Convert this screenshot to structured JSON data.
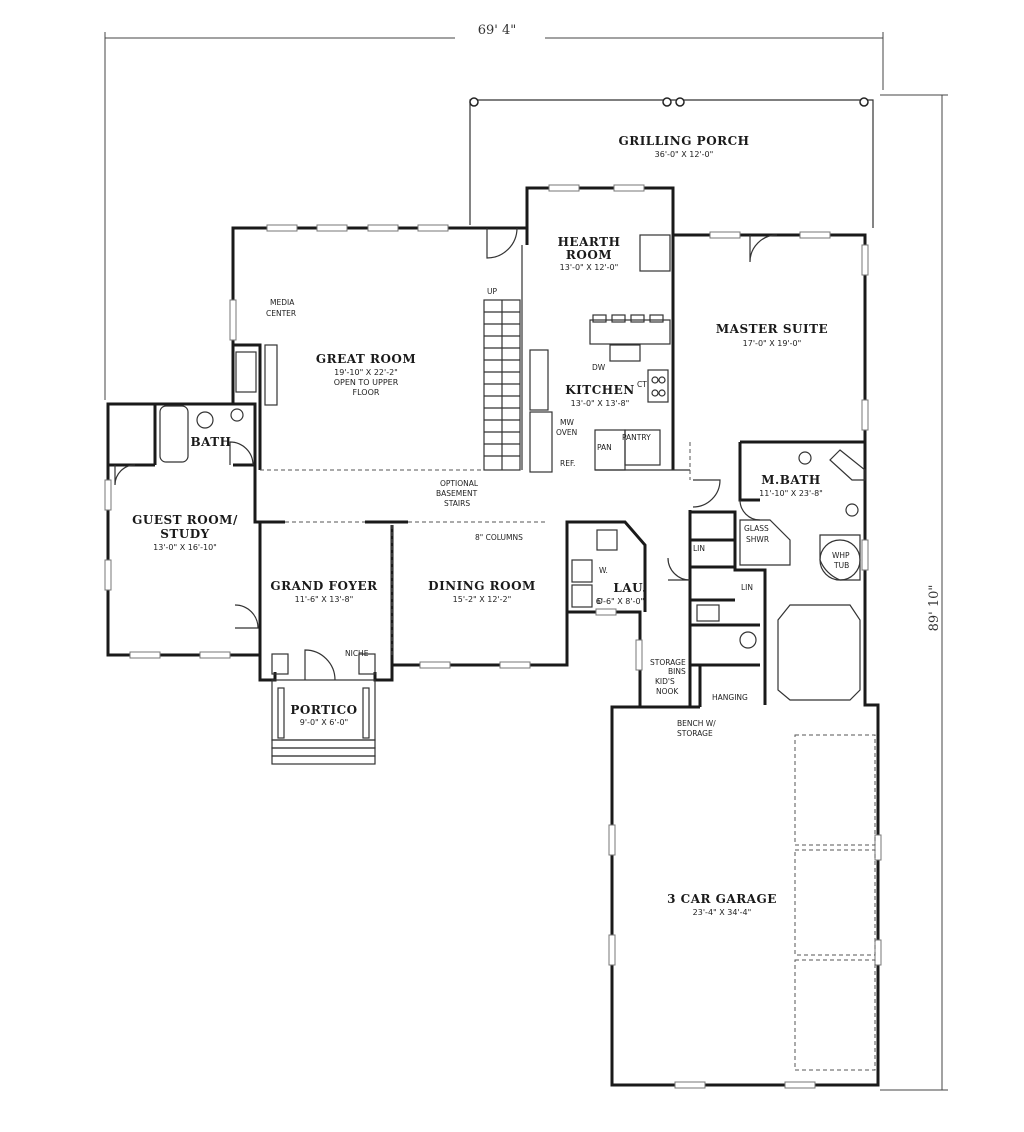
{
  "dimensions": {
    "width": "69' 4\"",
    "depth": "89' 10\""
  },
  "rooms": {
    "grilling_porch": {
      "name": "GRILLING PORCH",
      "dims": "36'-0\" X 12'-0\""
    },
    "hearth_room": {
      "name": "HEARTH",
      "name2": "ROOM",
      "dims": "13'-0\" X 12'-0\""
    },
    "master_suite": {
      "name": "MASTER SUITE",
      "dims": "17'-0\" X 19'-0\""
    },
    "great_room": {
      "name": "GREAT ROOM",
      "dims": "19'-10\" X 22'-2\"",
      "note1": "OPEN TO UPPER",
      "note2": "FLOOR"
    },
    "kitchen": {
      "name": "KITCHEN",
      "dims": "13'-0\" X 13'-8\""
    },
    "bath": {
      "name": "BATH"
    },
    "guest_room": {
      "name": "GUEST ROOM/",
      "name2": "STUDY",
      "dims": "13'-0\" X 16'-10\""
    },
    "m_bath": {
      "name": "M.BATH",
      "dims": "11'-10\" X 23'-8\""
    },
    "grand_foyer": {
      "name": "GRAND FOYER",
      "dims": "11'-6\" X 13'-8\""
    },
    "dining_room": {
      "name": "DINING ROOM",
      "dims": "15'-2\" X 12'-2\""
    },
    "laundry": {
      "name": "LAU.",
      "dims": "6'-6\" X 8'-0\""
    },
    "portico": {
      "name": "PORTICO",
      "dims": "9'-0\" X 6'-0\""
    },
    "garage": {
      "name": "3 CAR GARAGE",
      "dims": "23'-4\" X 34'-4\""
    }
  },
  "labels": {
    "media_center_1": "MEDIA",
    "media_center_2": "CENTER",
    "up": "UP",
    "dw": "DW",
    "ct": "CT",
    "mw_oven_1": "MW",
    "mw_oven_2": "OVEN",
    "pantry": "PANTRY",
    "pan": "PAN",
    "ref": "REF.",
    "opt_stairs_1": "OPTIONAL",
    "opt_stairs_2": "BASEMENT",
    "opt_stairs_3": "STAIRS",
    "columns": "8\" COLUMNS",
    "lin1": "LIN",
    "lin2": "LIN",
    "glass_shwr_1": "GLASS",
    "glass_shwr_2": "SHWR",
    "whp_tub_1": "WHP",
    "whp_tub_2": "TUB",
    "washer": "W.",
    "dryer": "D",
    "niche": "NICHE",
    "storage_bins_1": "STORAGE",
    "storage_bins_2": "BINS",
    "kids_nook_1": "KID'S",
    "kids_nook_2": "NOOK",
    "hanging": "HANGING",
    "bench_1": "BENCH W/",
    "bench_2": "STORAGE"
  },
  "style": {
    "wall_color": "#1a1a1a",
    "background": "#ffffff"
  }
}
